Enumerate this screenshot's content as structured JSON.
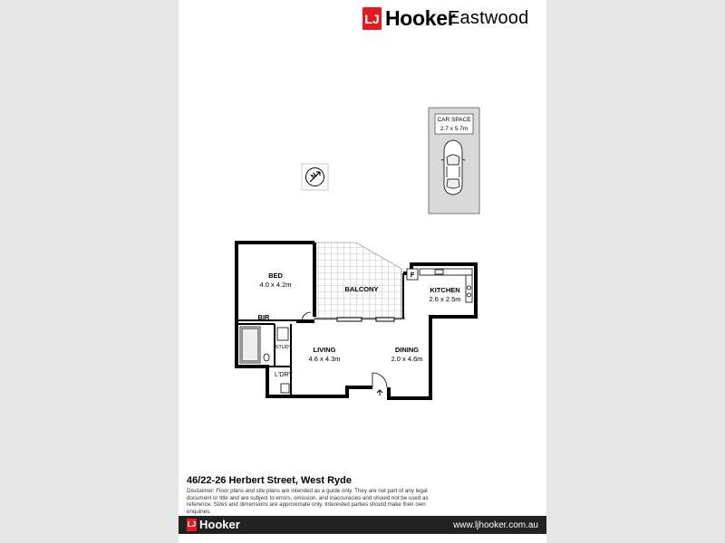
{
  "brand": {
    "logo_mark": "LJ",
    "logo_word": "Hooker",
    "office": "Eastwood",
    "brand_color": "#e21a23"
  },
  "plan": {
    "car_space": {
      "label": "CAR SPACE",
      "dims": "2.7 x 5.7m"
    },
    "rooms": {
      "bed": {
        "name": "BED",
        "dims": "4.0 x 4.2m"
      },
      "balcony": {
        "name": "BALCONY"
      },
      "kitchen": {
        "name": "KITCHEN",
        "dims": "2.6 x 2.5m"
      },
      "fridge": {
        "name": "F"
      },
      "bir": {
        "name": "BIR"
      },
      "study": {
        "name": "STUDY"
      },
      "living": {
        "name": "LIVING",
        "dims": "4.6 x 4.3m"
      },
      "dining": {
        "name": "DINING",
        "dims": "2.0 x 4.6m"
      },
      "laundry": {
        "name": "L'DRY"
      }
    },
    "north_letter": "N"
  },
  "address": "46/22-26 Herbert Street, West Ryde",
  "disclaimer": "Disclaimer: Floor plans and site plans are intended as a guide only. They are not part of any legal document or title and are subject to errors, omission, and inaccuracies and should not be used as reference. Sizes and dimensions are approximate only. Interested parties should make their own enquiries.",
  "footer": {
    "logo_mark": "LJ",
    "logo_word": "Hooker",
    "url": "www.ljhooker.com.au"
  }
}
